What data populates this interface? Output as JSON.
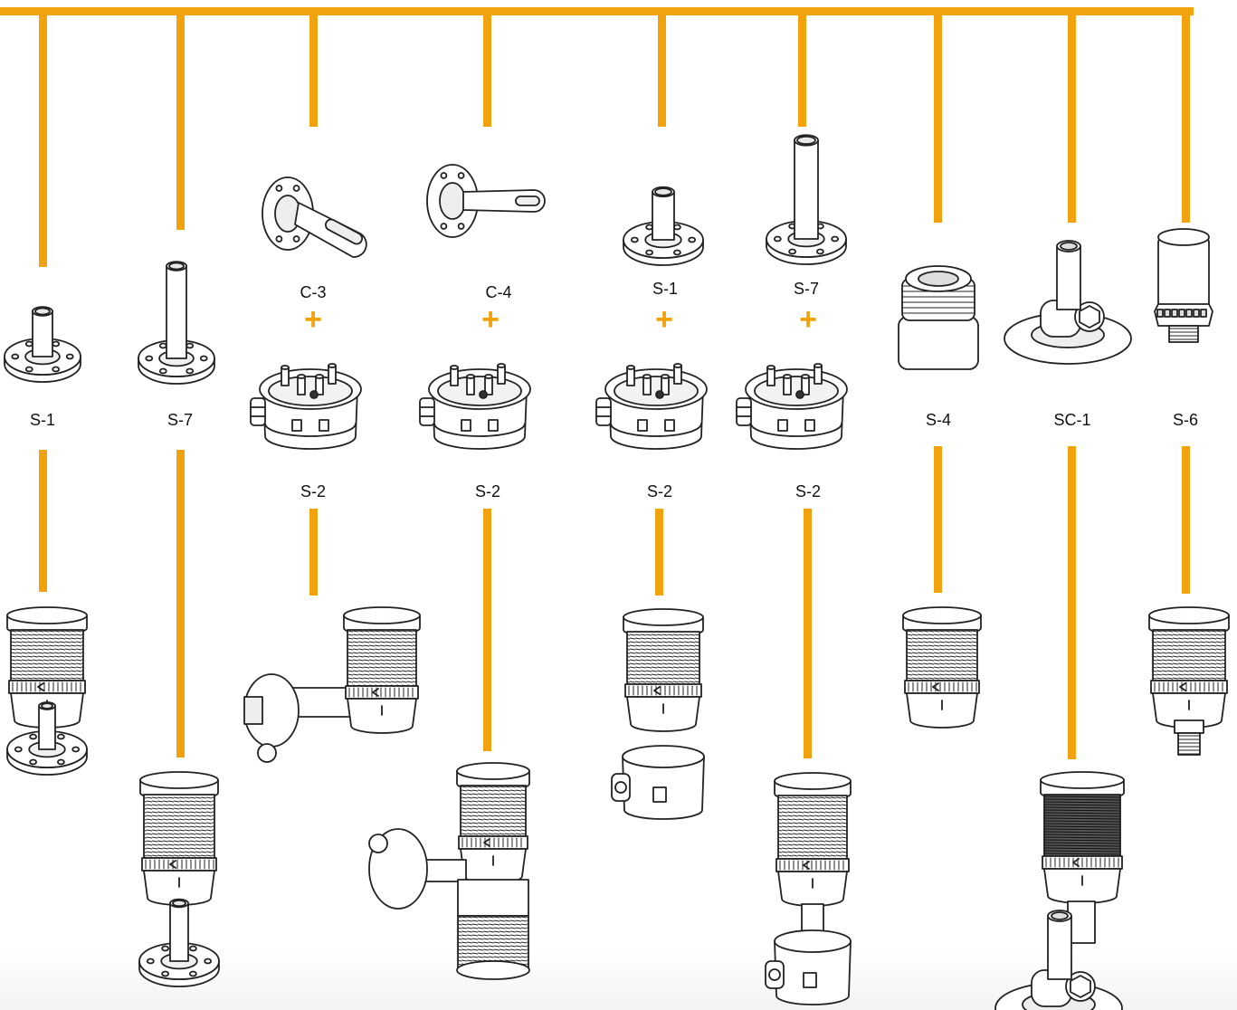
{
  "colors": {
    "accent": "#F2A20C",
    "line": "#222222",
    "body_fill": "#ffffff",
    "shade_fill": "#e7e7e7",
    "text": "#111111"
  },
  "plus_symbol": "+",
  "columns": [
    {
      "id": "col-1",
      "mount": "S-1",
      "mount_icon": "pole-mount-short-icon",
      "result_icon": "signal-tower-on-short-pole-icon"
    },
    {
      "id": "col-2",
      "mount": "S-7",
      "mount_icon": "pole-mount-tall-icon",
      "result_icon": "signal-tower-on-tall-pole-icon"
    },
    {
      "id": "col-3",
      "mount": "C-3",
      "mount_icon": "wall-bracket-angled-icon",
      "combined_with": "S-2",
      "base_icon": "terminal-box-base-icon",
      "result_icon": "signal-tower-wall-mounted-icon"
    },
    {
      "id": "col-4",
      "mount": "C-4",
      "mount_icon": "wall-bracket-straight-icon",
      "combined_with": "S-2",
      "base_icon": "terminal-box-base-icon",
      "result_icon": "dual-signal-tower-wall-mounted-icon"
    },
    {
      "id": "col-5",
      "mount": "S-1",
      "mount_icon": "pole-mount-short-icon",
      "combined_with": "S-2",
      "base_icon": "terminal-box-base-icon",
      "result_icon": "signal-tower-on-terminal-box-icon"
    },
    {
      "id": "col-6",
      "mount": "S-7",
      "mount_icon": "pole-mount-tall-icon",
      "combined_with": "S-2",
      "base_icon": "terminal-box-base-icon",
      "result_icon": "signal-tower-on-pole-and-terminal-box-icon"
    },
    {
      "id": "col-7",
      "mount": "S-4",
      "mount_icon": "cable-gland-mount-icon",
      "result_icon": "signal-tower-gland-mount-icon"
    },
    {
      "id": "col-8",
      "mount": "SC-1",
      "mount_icon": "swivel-bracket-mount-icon",
      "result_icon": "signal-tower-on-swivel-bracket-icon"
    },
    {
      "id": "col-9",
      "mount": "S-6",
      "mount_icon": "threaded-nipple-mount-icon",
      "result_icon": "signal-tower-threaded-mount-icon"
    }
  ]
}
